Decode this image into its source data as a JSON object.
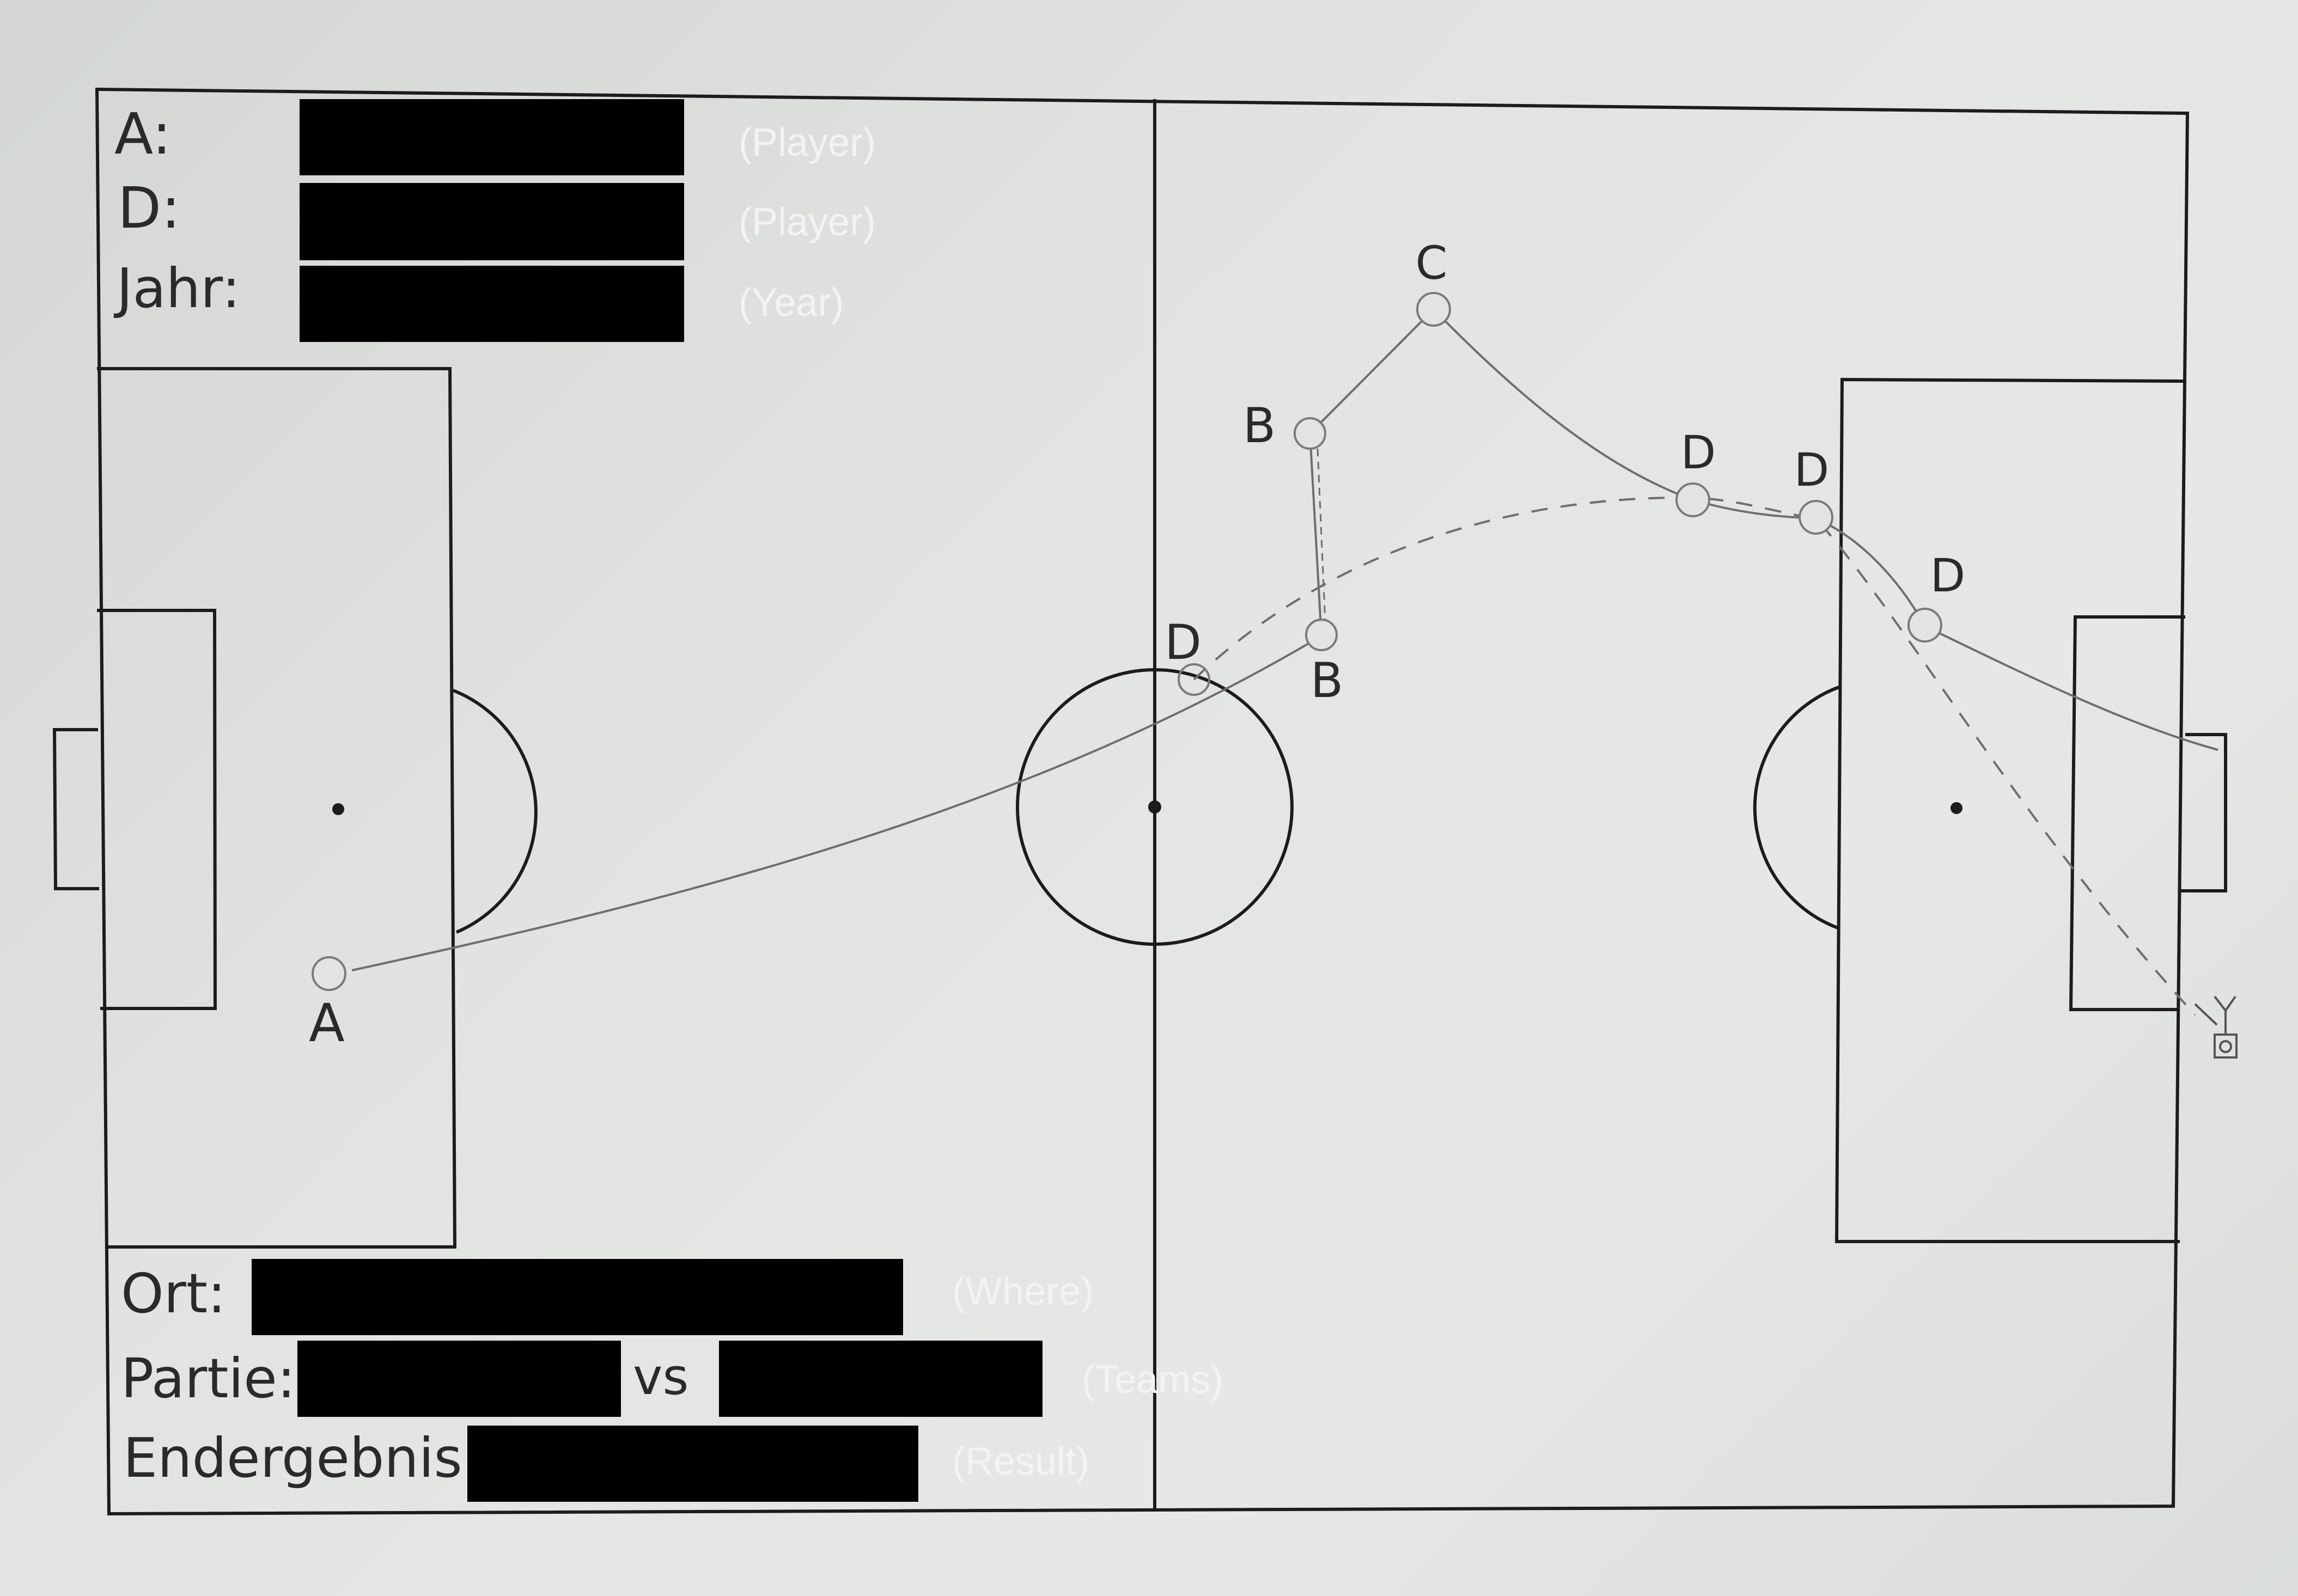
{
  "form": {
    "labels": {
      "a": "A:",
      "d": "D:",
      "jahr": "Jahr:",
      "ort": "Ort:",
      "partie": "Partie:",
      "vs": "vs",
      "endergebnis": "Endergebnis:"
    },
    "notes": {
      "player_a": "(Player)",
      "player_d": "(Player)",
      "year": "(Year)",
      "where": "(Where)",
      "teams": "(Teams)",
      "result": "(Result)"
    }
  },
  "markers": {
    "a": "A",
    "b1": "B",
    "b2": "B",
    "c": "C",
    "d1": "D",
    "d2": "D",
    "d3": "D",
    "d4": "D"
  },
  "colors": {
    "ink": "#1c1c1c",
    "pencil": "#6e6e6e",
    "redaction": "#000000",
    "note_text": "#f3f3f3"
  }
}
